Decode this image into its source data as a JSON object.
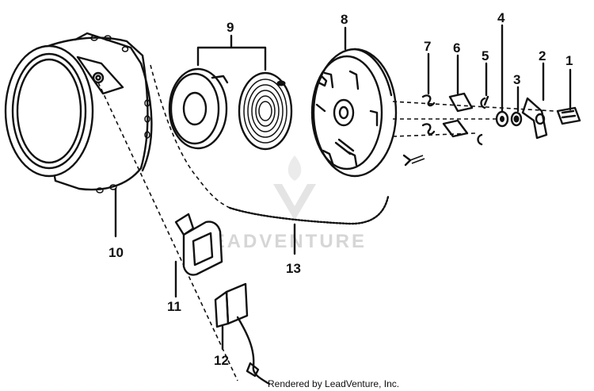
{
  "diagram": {
    "parts": [
      {
        "number": "1"
      },
      {
        "number": "2"
      },
      {
        "number": "3"
      },
      {
        "number": "4"
      },
      {
        "number": "5"
      },
      {
        "number": "6"
      },
      {
        "number": "7"
      },
      {
        "number": "8"
      },
      {
        "number": "9"
      },
      {
        "number": "10"
      },
      {
        "number": "11"
      },
      {
        "number": "12"
      },
      {
        "number": "13"
      }
    ],
    "watermark": "LEADVENTURE",
    "credit": "Rendered by LeadVenture, Inc."
  }
}
